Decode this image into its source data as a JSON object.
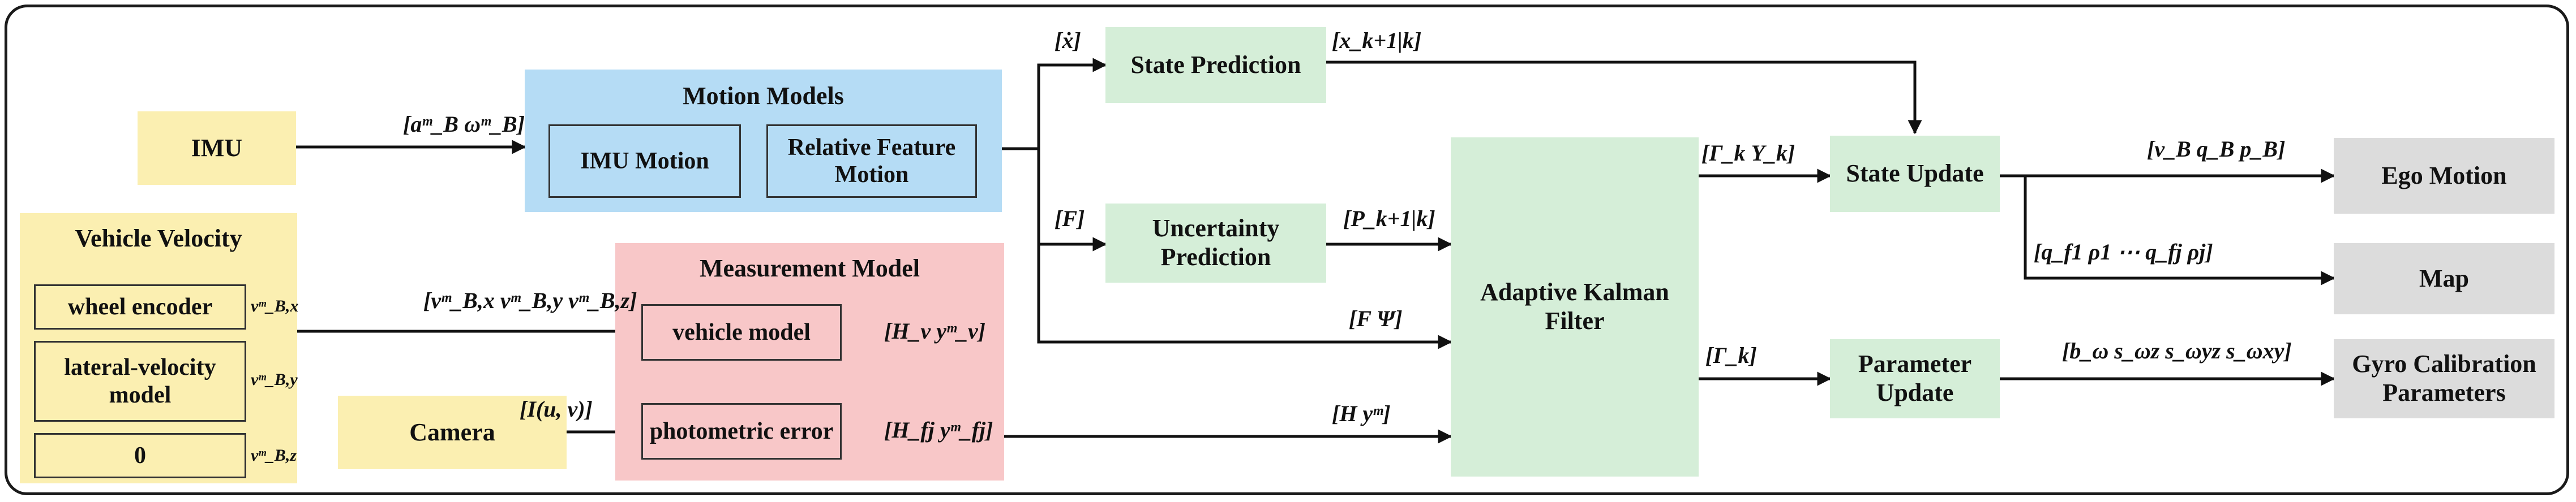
{
  "blocks": {
    "imu": "IMU",
    "vehicle_velocity": {
      "title": "Vehicle Velocity",
      "wheel_encoder": "wheel encoder",
      "lateral_velocity_model_l1": "lateral-velocity",
      "lateral_velocity_model_l2": "model",
      "zero": "0",
      "vx": "vᵐ_B,x",
      "vy": "vᵐ_B,y",
      "vz": "vᵐ_B,z"
    },
    "motion_models": {
      "title": "Motion Models",
      "imu_motion": "IMU Motion",
      "relative_feature_l1": "Relative Feature",
      "relative_feature_l2": "Motion"
    },
    "measurement_model": {
      "title": "Measurement Model",
      "vehicle_model": "vehicle model",
      "photometric_error": "photometric error"
    },
    "camera": "Camera",
    "state_prediction": "State Prediction",
    "uncertainty_prediction_l1": "Uncertainty",
    "uncertainty_prediction_l2": "Prediction",
    "adaptive_kalman_filter_l1": "Adaptive Kalman",
    "adaptive_kalman_filter_l2": "Filter",
    "state_update": "State Update",
    "parameter_update_l1": "Parameter",
    "parameter_update_l2": "Update",
    "ego_motion": "Ego Motion",
    "map": "Map",
    "gyro_calibration_l1": "Gyro Calibration",
    "gyro_calibration_l2": "Parameters"
  },
  "edge_labels": {
    "imu_out": "[aᵐ_B   ωᵐ_B]",
    "vel_out": "[vᵐ_B,x   vᵐ_B,y   vᵐ_B,z]",
    "camera_out": "[I(u, v)]",
    "vehicle_model_out": "[H_v   yᵐ_v]",
    "photometric_out": "[H_fj   yᵐ_fj]",
    "xdot": "[ẋ]",
    "F": "[F]",
    "x_pred": "[x_k+1|k]",
    "P_pred": "[P_k+1|k]",
    "F_Psi": "[F   Ψ]",
    "H_y": "[H   yᵐ]",
    "gamma_upsilon": "[Γ_k   Υ_k]",
    "gamma": "[Γ_k]",
    "ego_out": "[v_B   q_B   p_B]",
    "map_out": "[q_f1   ρ1   ⋯   q_fj   ρj]",
    "gyro_out": "[b_ω   s_ωz   s_ωyz   s_ωxy]"
  }
}
